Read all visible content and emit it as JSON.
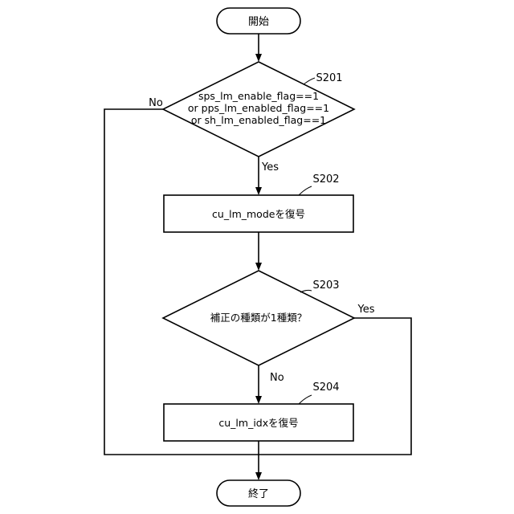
{
  "flowchart": {
    "start": {
      "label": "開始"
    },
    "end": {
      "label": "終了"
    },
    "s201": {
      "step_id": "S201",
      "condition_lines": [
        "sps_lm_enable_flag==1",
        "or pps_lm_enabled_flag==1",
        "or sh_lm_enabled_flag==1"
      ],
      "yes_label": "Yes",
      "no_label": "No"
    },
    "s202": {
      "step_id": "S202",
      "label": "cu_lm_modeを復号"
    },
    "s203": {
      "step_id": "S203",
      "condition": "補正の種類が1種類？",
      "yes_label": "Yes",
      "no_label": "No"
    },
    "s204": {
      "step_id": "S204",
      "label": "cu_lm_idxを復号"
    }
  }
}
